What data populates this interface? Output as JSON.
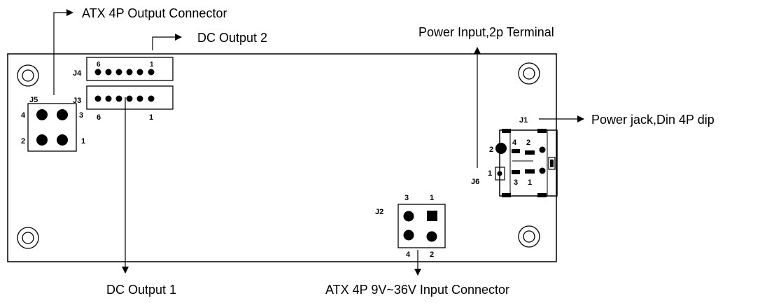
{
  "callouts": {
    "atx_output": "ATX 4P Output Connector",
    "dc_output_2": "DC Output 2",
    "power_input": "Power Input,2p Terminal",
    "power_jack": "Power jack,Din 4P dip",
    "dc_output_1": "DC Output 1",
    "atx_input": "ATX 4P 9V~36V Input Connector"
  },
  "connectors": {
    "j1": "J1",
    "j2": "J2",
    "j3": "J3",
    "j4": "J4",
    "j5": "J5",
    "j6": "J6"
  },
  "pins": {
    "j4_left": "6",
    "j4_right": "1",
    "j3_left": "6",
    "j3_right": "1",
    "j5_p4": "4",
    "j5_p3": "3",
    "j5_p2": "2",
    "j5_p1": "1",
    "j2_p3": "3",
    "j2_p1": "1",
    "j2_p4": "4",
    "j2_p2": "2",
    "j1_p4": "4",
    "j1_p2": "2",
    "j1_p3": "3",
    "j1_p1": "1",
    "j6_p2": "2",
    "j6_p1": "1"
  },
  "colors": {
    "ink": "#000000",
    "background": "#ffffff"
  }
}
